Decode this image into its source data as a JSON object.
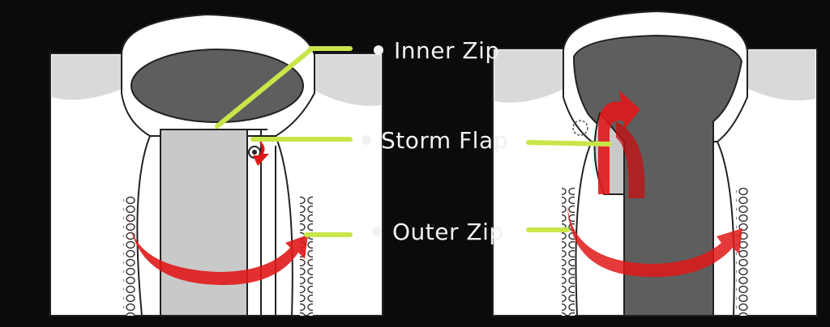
{
  "labels": {
    "inner_zip": "Inner Zip",
    "storm_flap": "Storm Flap",
    "outer_zip": "Outer Zip"
  },
  "colors": {
    "background": "#0b0b0b",
    "jacket": "#ffffff",
    "jacket_shaded": "#dcdcdc",
    "lining": "#5e5e5e",
    "placket": "#c9c9c9",
    "leader_line": "#c8e64a",
    "arrow": "#e01818"
  },
  "icons": [
    "bullet-dot-icon",
    "curved-arrow-icon",
    "snap-button-icon",
    "zipper-teeth-icon"
  ]
}
